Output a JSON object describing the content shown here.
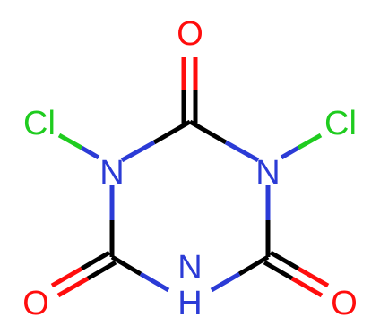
{
  "molecule": {
    "atoms": {
      "o_top": {
        "symbol": "O",
        "color": "#ff0d0d"
      },
      "cl_left": {
        "symbol": "Cl",
        "color": "#1fcc1f"
      },
      "cl_right": {
        "symbol": "Cl",
        "color": "#1fcc1f"
      },
      "n_left": {
        "symbol": "N",
        "color": "#2b3bd6"
      },
      "n_right": {
        "symbol": "N",
        "color": "#2b3bd6"
      },
      "nh_bottom": {
        "symbol": "NH",
        "n": "N",
        "h": "H",
        "color": "#2b3bd6"
      },
      "o_left": {
        "symbol": "O",
        "color": "#ff0d0d"
      },
      "o_right": {
        "symbol": "O",
        "color": "#ff0d0d"
      }
    },
    "colors": {
      "bond_carbon": "#000000",
      "nitrogen": "#2b3bd6",
      "oxygen": "#ff0d0d",
      "chlorine": "#1fcc1f"
    }
  }
}
